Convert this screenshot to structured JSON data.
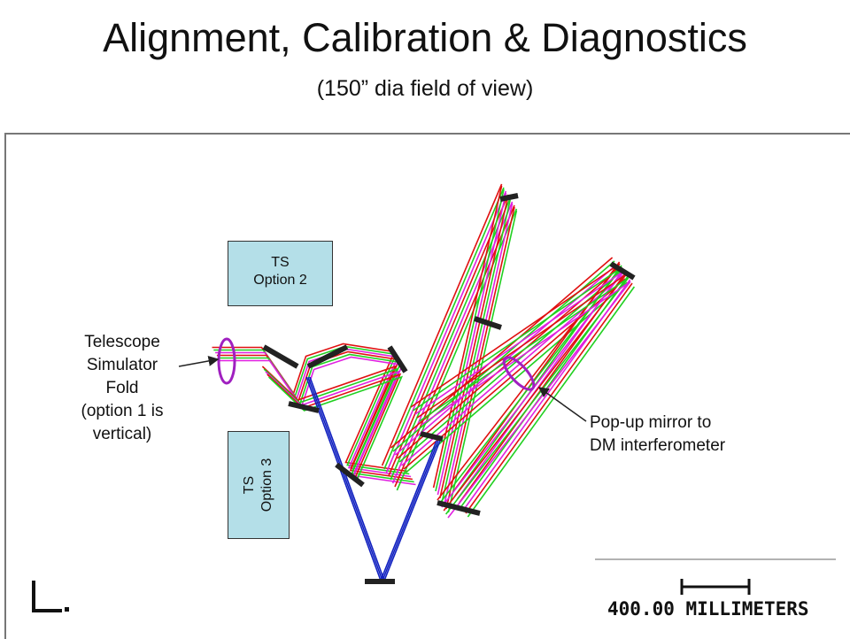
{
  "header": {
    "title": "Alignment, Calibration & Diagnostics",
    "subtitle": "(150” dia field of view)"
  },
  "boxes": {
    "ts_option2": {
      "line1": "TS",
      "line2": "Option 2"
    },
    "ts_option3": {
      "line1": "TS",
      "line2": "Option 3"
    }
  },
  "labels": {
    "telescope_simulator": [
      "Telescope",
      "Simulator",
      "Fold",
      "(option 1 is",
      "vertical)"
    ],
    "popup_mirror": [
      "Pop-up mirror to",
      "DM interferometer"
    ]
  },
  "scale_bar": {
    "text": "400.00 MILLIMETERS"
  },
  "colors": {
    "ts_box_fill": "#b4dfe8",
    "ellipse": "#a020c0",
    "ray_red": "#e01010",
    "ray_green": "#20d020",
    "ray_magenta": "#e020e0",
    "ray_blue": "#1020c0"
  }
}
